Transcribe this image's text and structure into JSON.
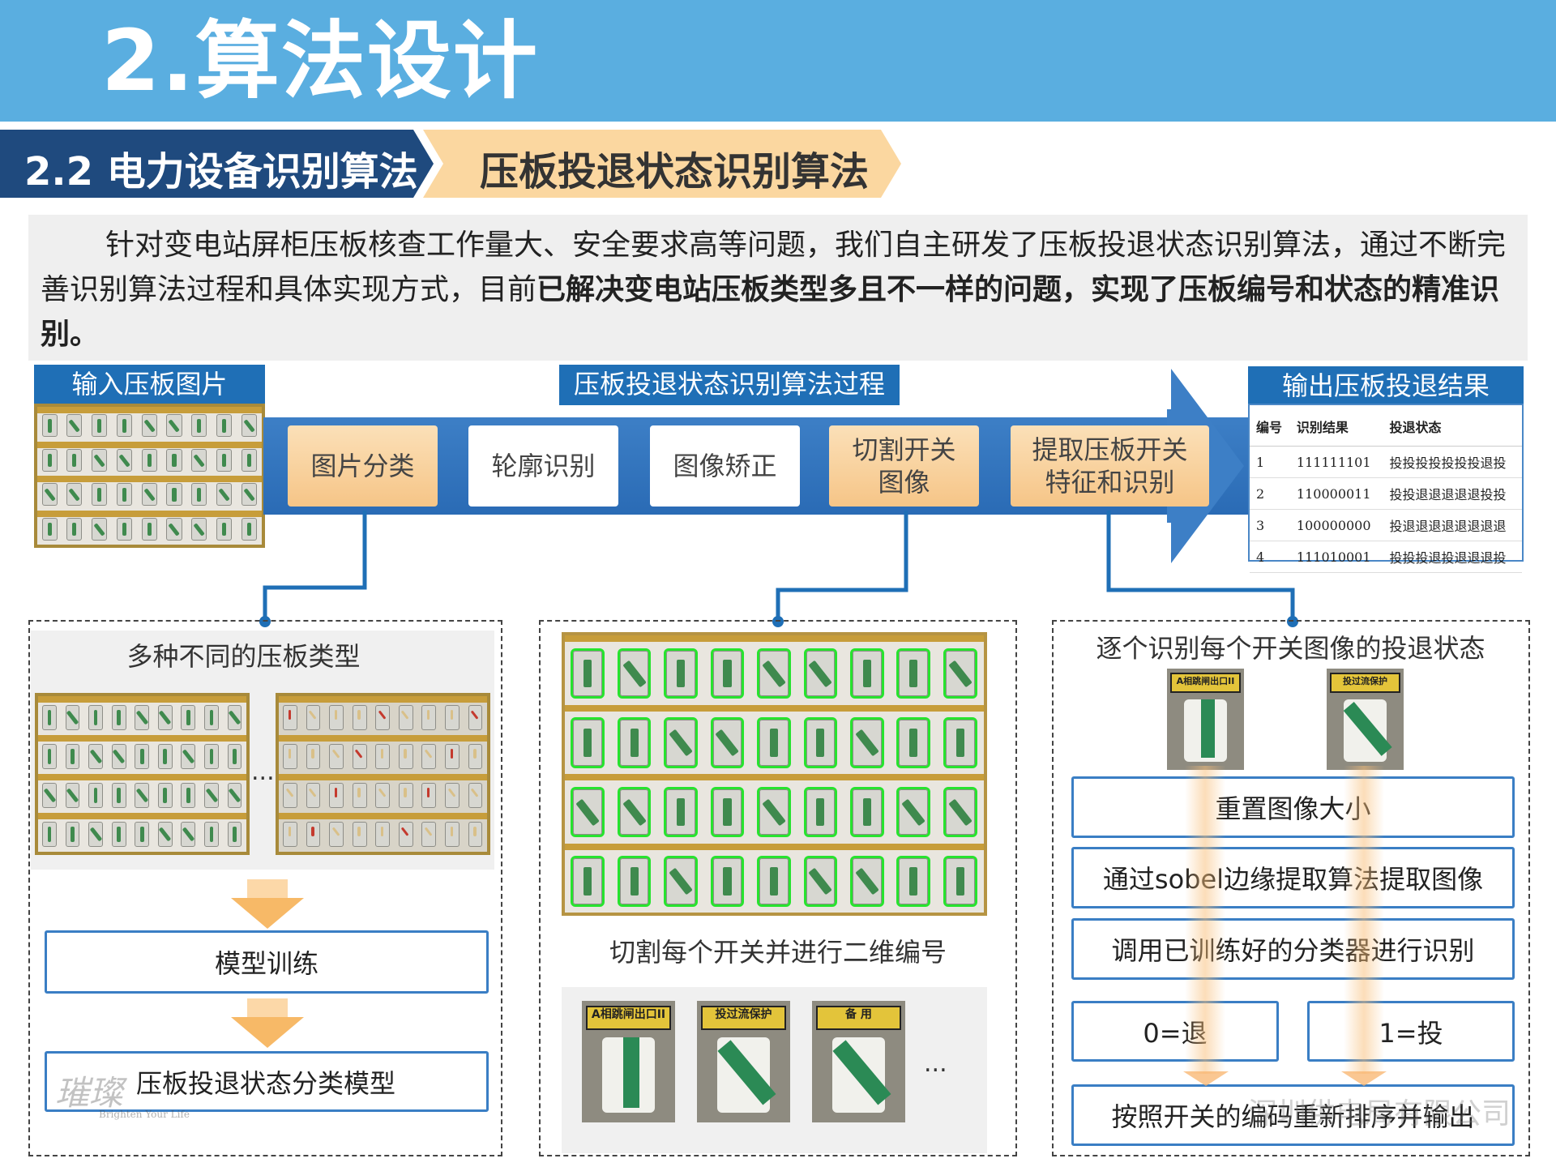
{
  "title": "2.算法设计",
  "section": {
    "number_label": "2.2 电力设备识别算法",
    "topic_label": "压板投退状态识别算法"
  },
  "intro": {
    "text_normal": "针对变电站屏柜压板核查工作量大、安全要求高等问题，我们自主研发了压板投退状态识别算法，通过不断完善识别算法过程和具体实现方式，目前",
    "text_bold": "已解决变电站压板类型多且不一样的问题，实现了压板编号和状态的精准识别。"
  },
  "input_label": "输入压板图片",
  "process_label": "压板投退状态识别算法过程",
  "output_label": "输出压板投退结果",
  "steps": [
    {
      "label": "图片分类",
      "highlight": true
    },
    {
      "label": "轮廓识别",
      "highlight": false
    },
    {
      "label": "图像矫正",
      "highlight": false
    },
    {
      "label": "切割开关\n图像",
      "highlight": true
    },
    {
      "label": "提取压板开关\n特征和识别",
      "highlight": true
    }
  ],
  "result_table": {
    "headers": [
      "编号",
      "识别结果",
      "投退状态"
    ],
    "rows": [
      [
        "1",
        "111111101",
        "投投投投投投投退投"
      ],
      [
        "2",
        "110000011",
        "投投退退退退退投投"
      ],
      [
        "3",
        "100000000",
        "投退退退退退退退退"
      ],
      [
        "4",
        "111010001",
        "投投投退投退退退投"
      ]
    ]
  },
  "left_panel": {
    "title": "多种不同的压板类型",
    "ellipsis": "...",
    "box1": "模型训练",
    "box2": "压板投退状态分类模型"
  },
  "middle_panel": {
    "caption": "切割每个开关并进行二维编号",
    "thumb_tags": [
      "A相跳闸出口II",
      "投过流保护",
      "备 用"
    ],
    "ellipsis": "..."
  },
  "right_panel": {
    "title": "逐个识别每个开关图像的投退状态",
    "thumb_tags": [
      "A相跳闸出口II",
      "投过流保护"
    ],
    "box_resize": "重置图像大小",
    "box_sobel": "通过sobel边缘提取算法提取图像",
    "box_classify": "调用已训练好的分类器进行识别",
    "box_zero": "0=退",
    "box_one": "1=投",
    "box_sort": "按照开关的编码重新排序并输出"
  },
  "watermark": {
    "logo_text": "璀璨",
    "slogan": "Brighten Your Life",
    "company": "深圳供电局有限公司"
  },
  "colors": {
    "header_blue": "#5aaee0",
    "navy": "#1f4a7e",
    "label_blue": "#1f6fb6",
    "orange": "#f6c587",
    "detect_green": "#27e32e"
  }
}
